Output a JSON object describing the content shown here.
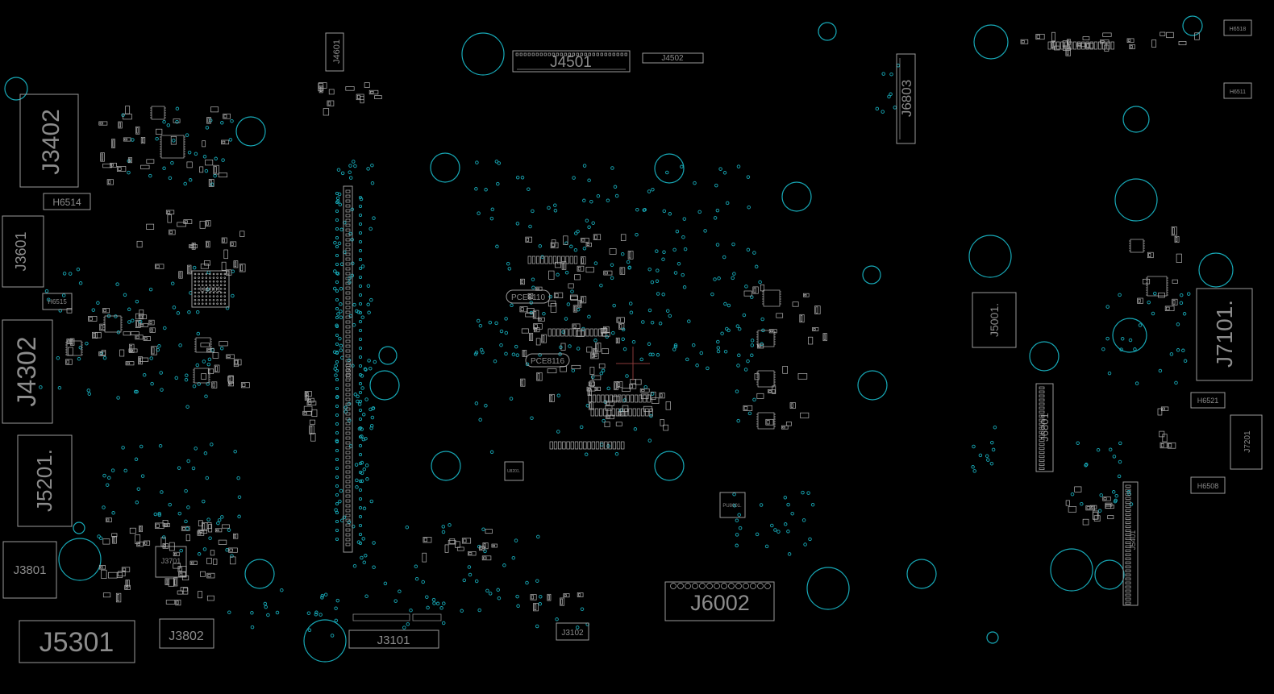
{
  "diagram": {
    "type": "pcb-layout-view",
    "colors": {
      "background": "#000000",
      "silkscreen": "#9a9a9a",
      "holes_and_vias": "#17a9b7",
      "cursor": "#8a3a3a"
    },
    "labels": {
      "J4501": "J4501",
      "J4502": "J4502",
      "J4601": "J4601",
      "J6803": "J6803",
      "J3402": "J3402",
      "H6514": "H6514",
      "J3601": "J3601",
      "U4001": "U4001",
      "H6515": "H6515",
      "J4302": "J4302",
      "J5201": "J5201.",
      "J3801": "J3801",
      "J3701": "J3701",
      "J5301": "J5301",
      "J3802": "J3802",
      "J3101": "J3101",
      "J3102": "J3102",
      "J6002": "J6002",
      "PU8001": "PU8001.",
      "U8201": "U8201.",
      "J3501": "J3501",
      "PCE8110": "PCE8110",
      "PCE8116": "PCE8116",
      "J5001": "J5001.",
      "J6801": "J6801",
      "J7101": "J7101.",
      "H6518": "H6518",
      "H6511": "H6511",
      "H6521": "H6521",
      "H6508": "H6508",
      "J7201": "J7201",
      "J5401": "J5401"
    }
  }
}
